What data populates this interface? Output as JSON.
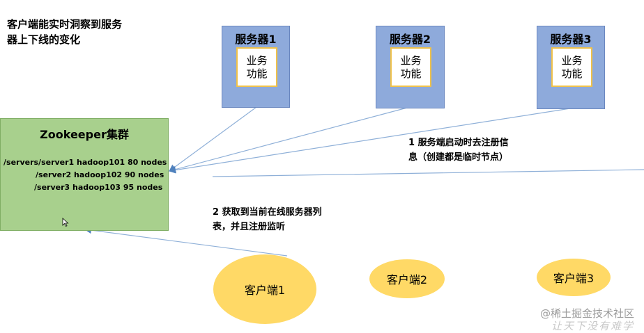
{
  "title": {
    "line1": "客户端能实时洞察到服务",
    "line2": "器上下线的变化"
  },
  "servers": [
    {
      "name": "服务器1",
      "func_line1": "业务",
      "func_line2": "功能"
    },
    {
      "name": "服务器2",
      "func_line1": "业务",
      "func_line2": "功能"
    },
    {
      "name": "服务器3",
      "func_line1": "业务",
      "func_line2": "功能"
    }
  ],
  "zookeeper": {
    "title": "Zookeeper集群",
    "nodes": [
      "/servers/server1  hadoop101  80 nodes",
      "/server2 hadoop102  90 nodes",
      "/server3 hadoop103  95 nodes"
    ]
  },
  "notes": {
    "register_line1": "1  服务端启动时去注册信",
    "register_line2": "息（创建都是临时节点）",
    "fetch_line1": "2  获取到当前在线服务器列",
    "fetch_line2": "表，并且注册监听"
  },
  "clients": [
    "客户端1",
    "客户端2",
    "客户端3"
  ],
  "watermark": {
    "line1": "@稀土掘金技术社区",
    "line2": "让天下没有难学"
  },
  "colors": {
    "server_fill": "#8eaadb",
    "function_border": "#f0c24a",
    "zookeeper_fill": "#a8d08d",
    "client_fill": "#ffd966",
    "arrow": "#4f81bd"
  }
}
